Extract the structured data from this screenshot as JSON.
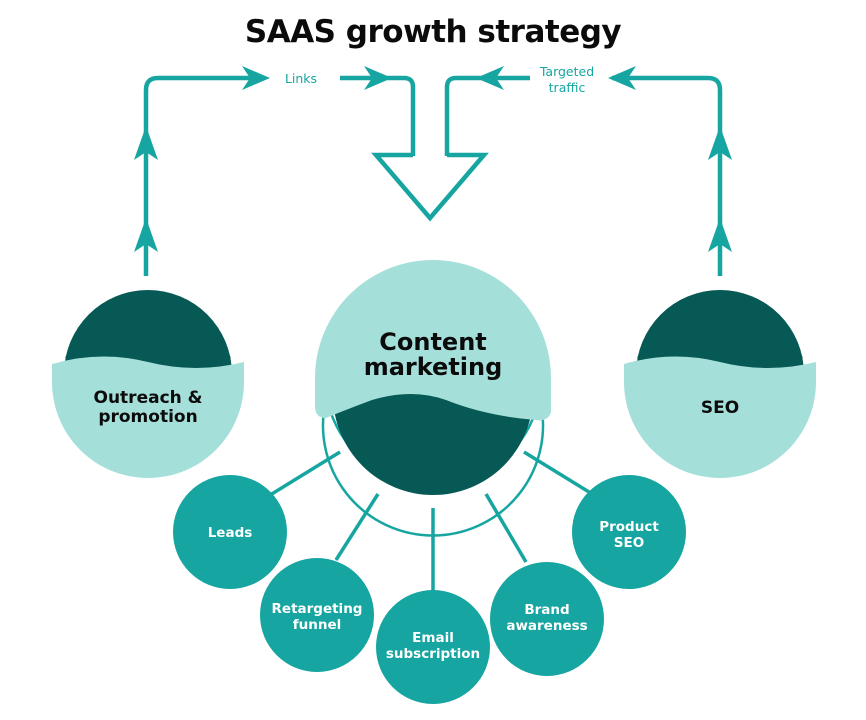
{
  "title": "SAAS growth strategy",
  "colors": {
    "accent": "#17a5a1",
    "dark": "#075955",
    "light": "#a5dfda",
    "text": "#0b0b0b",
    "white": "#ffffff"
  },
  "flows": {
    "left_label": "Links",
    "right_label_line1": "Targeted",
    "right_label_line2": "traffic"
  },
  "main_nodes": {
    "outreach": {
      "line1": "Outreach &",
      "line2": "promotion"
    },
    "content": {
      "line1": "Content",
      "line2": "marketing"
    },
    "seo": {
      "line1": "SEO"
    }
  },
  "outcomes": [
    {
      "line1": "Leads",
      "line2": ""
    },
    {
      "line1": "Retargeting",
      "line2": "funnel"
    },
    {
      "line1": "Email",
      "line2": "subscription"
    },
    {
      "line1": "Brand",
      "line2": "awareness"
    },
    {
      "line1": "Product",
      "line2": "SEO"
    }
  ]
}
